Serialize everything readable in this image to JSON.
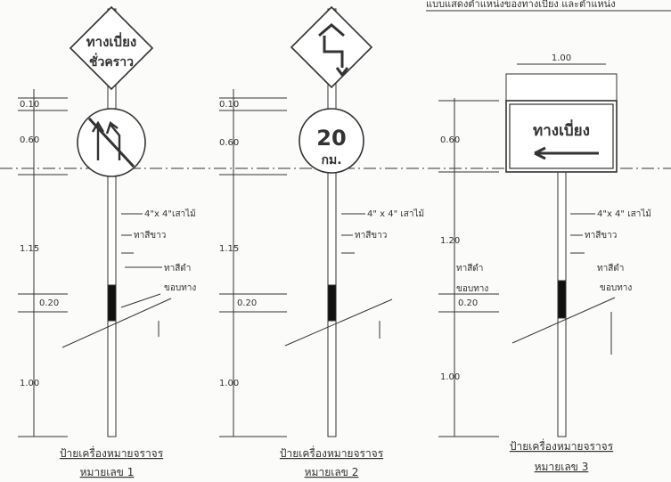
{
  "header": {
    "title": "แบบแสดงตำแหน่งของทางเบี่ยง และตำแหน่ง"
  },
  "signs": [
    {
      "dims": {
        "top": "0.10",
        "plate": "0.60",
        "post": "1.15",
        "band": "0.20",
        "ground": "1.00"
      },
      "diamond_text": [
        "ทางเบี่ยง",
        "ชั่วคราว"
      ],
      "labels": {
        "post": "4\"x 4\"เสาไม้",
        "white": "ทาสีขาว",
        "black": "ทาสีดำ",
        "edge": "ขอบทาง"
      },
      "caption": "ป้ายเครื่องหมายจราจร",
      "number": "หมายเลข 1"
    },
    {
      "dims": {
        "top": "0.10",
        "plate": "0.60",
        "post": "1.15",
        "band": "0.20",
        "ground": "1.00"
      },
      "speed_number": "20",
      "speed_unit": "กม.",
      "labels": {
        "post": "4\" x 4\" เสาไม้",
        "white": "ทาสีขาว"
      },
      "caption": "ป้ายเครื่องหมายจราจร",
      "number": "หมายเลข 2"
    },
    {
      "dims": {
        "width": "1.00",
        "plate": "0.60",
        "post": "1.20",
        "band": "0.20",
        "ground": "1.00"
      },
      "rect_text": "ทางเบี่ยง",
      "labels": {
        "post": "4\"x 4\" เสาไม้",
        "white": "ทาสีขาว",
        "black": "ทาสีดำ",
        "edge": "ขอบทาง"
      },
      "caption": "ป้ายเครื่องหมายจราจร",
      "number": "หมายเลข 3"
    }
  ]
}
